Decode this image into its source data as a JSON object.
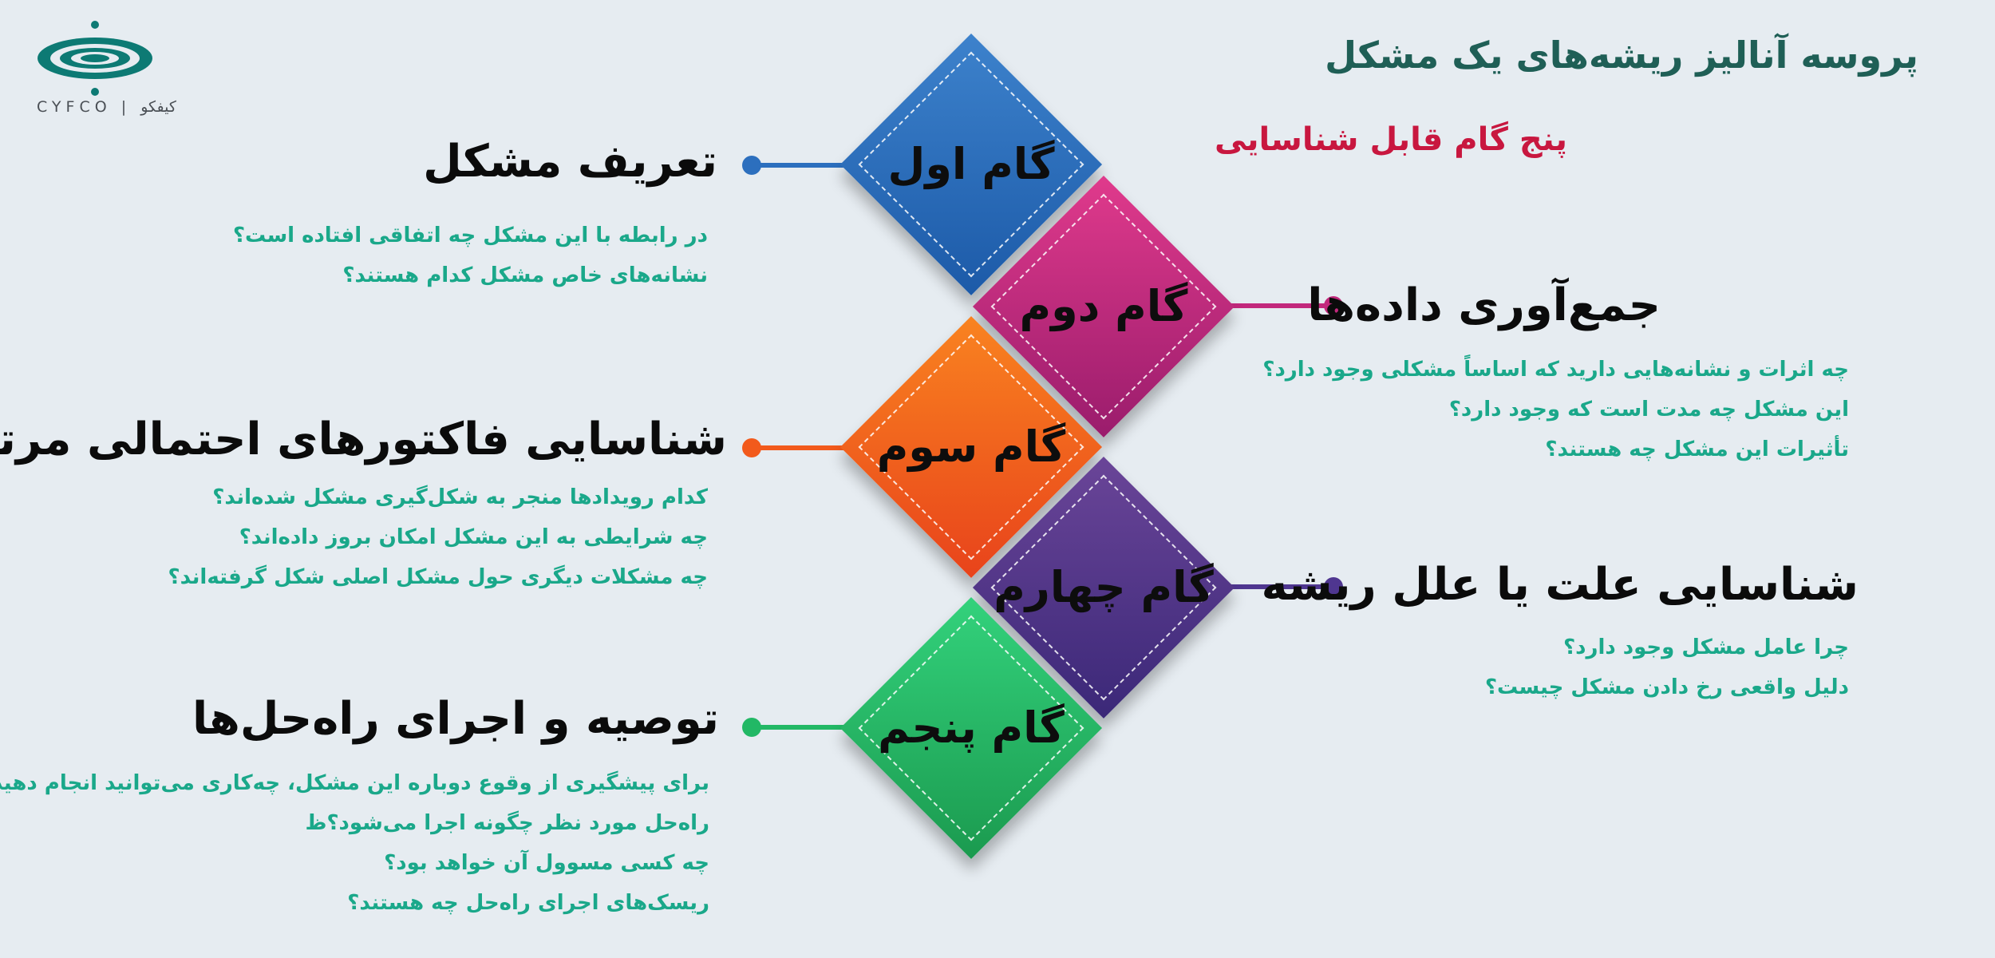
{
  "logo": {
    "icon": "cyfco-orbit-logo",
    "text_latin": "CYFCO",
    "text_persian": "کیفکو",
    "color": "#0d7a74"
  },
  "title": "پروسه آنالیز ریشه‌های یک مشکل",
  "subtitle": "پنج گام قابل شناسایی",
  "colors": {
    "background": "#e6ecf1",
    "title": "#1f5f56",
    "subtitle": "#c8173f",
    "bullet_text": "#1aa88a"
  },
  "steps": [
    {
      "label": "گام اول",
      "heading": "تعریف مشکل",
      "color": "#2c6fbe",
      "items": [
        "در رابطه با این مشکل چه اتفاقی افتاده است؟",
        "نشانه‌های خاص مشکل کدام هستند؟"
      ]
    },
    {
      "label": "گام دوم",
      "heading": "جمع‌آوری داده‌ها",
      "color": "#c2287c",
      "items": [
        "چه اثرات و نشانه‌هایی دارید که اساساً مشکلی وجود دارد؟",
        "این مشکل چه مدت است که وجود دارد؟",
        "تأثیرات این مشکل چه هستند؟"
      ]
    },
    {
      "label": "گام سوم",
      "heading": "شناسایی فاکتورهای احتمالی مرتبط",
      "color": "#f25a1c",
      "items": [
        "کدام رویدادها منجر به شکل‌گیری مشکل شده‌اند؟",
        "چه شرایطی به این مشکل امکان بروز داده‌اند؟",
        "چه مشکلات دیگری حول مشکل اصلی شکل گرفته‌اند؟"
      ]
    },
    {
      "label": "گام چهارم",
      "heading": "شناسایی علت یا علل ریشه",
      "color": "#4f3690",
      "items": [
        "چرا عامل مشکل وجود دارد؟",
        "دلیل واقعی رخ دادن مشکل چیست؟"
      ]
    },
    {
      "label": "گام پنجم",
      "heading": "توصیه و اجرای راه‌حل‌ها",
      "color": "#22b865",
      "items": [
        "برای پیشگیری از وقوع دوباره این مشکل، چه‌کاری می‌توانید انجام دهید؟",
        "راه‌حل مورد نظر چگونه اجرا می‌شود؟ظ",
        "چه کسی مسوول آن خواهد بود؟",
        "ریسک‌های اجرای راه‌حل چه هستند؟"
      ]
    }
  ]
}
